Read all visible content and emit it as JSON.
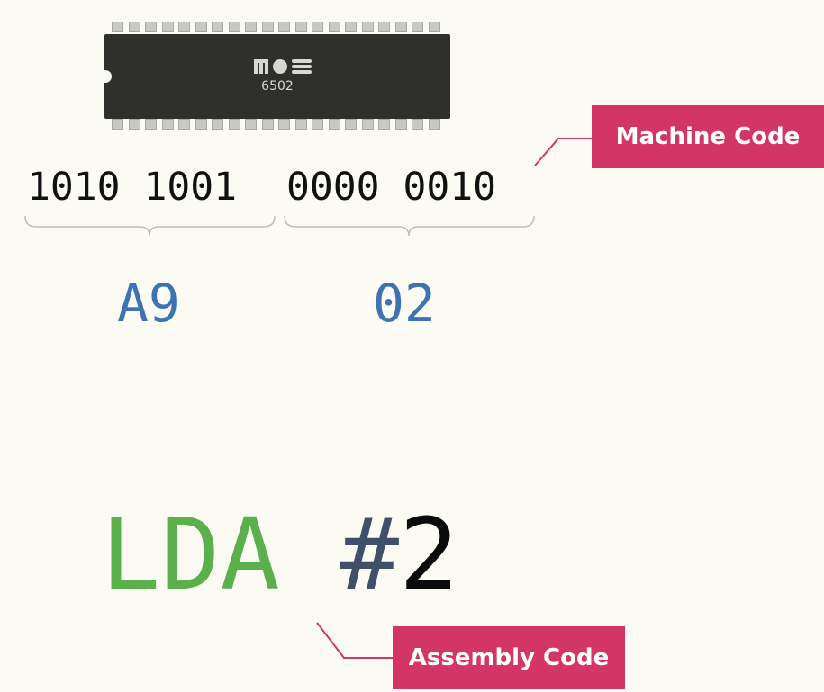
{
  "chip": {
    "logo_text": "MOS",
    "model": "6502"
  },
  "machine_code": {
    "bits_byte1": "1010 1001",
    "bits_byte2": "0000 0010",
    "hex_byte1": "A9",
    "hex_byte2": "02"
  },
  "assembly": {
    "opcode": "LDA",
    "hash": "#",
    "operand": "2"
  },
  "labels": {
    "machine_code": "Machine Code",
    "assembly_code": "Assembly Code"
  },
  "colors": {
    "tag_pink": "#d33567",
    "hex_blue": "#3e73b3",
    "opcode_green": "#5ab04a",
    "hash_navy": "#3f5068"
  }
}
